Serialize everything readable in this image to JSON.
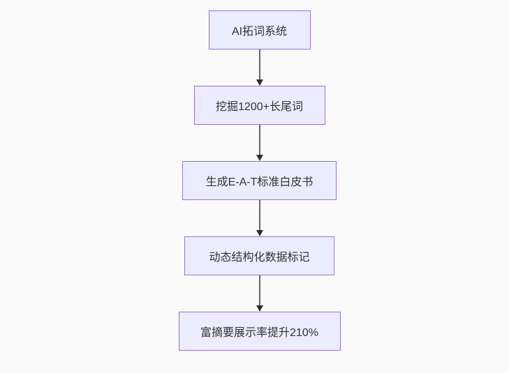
{
  "page": {
    "background_color": "#fafafa"
  },
  "flowchart": {
    "type": "vertical-flowchart",
    "direction": "top-down",
    "style": {
      "node_fill": "#ECECFF",
      "node_border": "#9370DB",
      "node_text_color": "#333333",
      "edge_line_color": "#666666",
      "arrowhead_color": "#2d2d2d"
    },
    "nodes": [
      {
        "id": "n1",
        "label": "AI拓词系统"
      },
      {
        "id": "n2",
        "label": "挖掘1200+长尾词"
      },
      {
        "id": "n3",
        "label": "生成E-A-T标准白皮书"
      },
      {
        "id": "n4",
        "label": "动态结构化数据标记"
      },
      {
        "id": "n5",
        "label": "富摘要展示率提升210%"
      }
    ],
    "edges": [
      {
        "from": "n1",
        "to": "n2",
        "arrow": "down"
      },
      {
        "from": "n2",
        "to": "n3",
        "arrow": "down"
      },
      {
        "from": "n3",
        "to": "n4",
        "arrow": "down"
      },
      {
        "from": "n4",
        "to": "n5",
        "arrow": "down"
      }
    ]
  }
}
